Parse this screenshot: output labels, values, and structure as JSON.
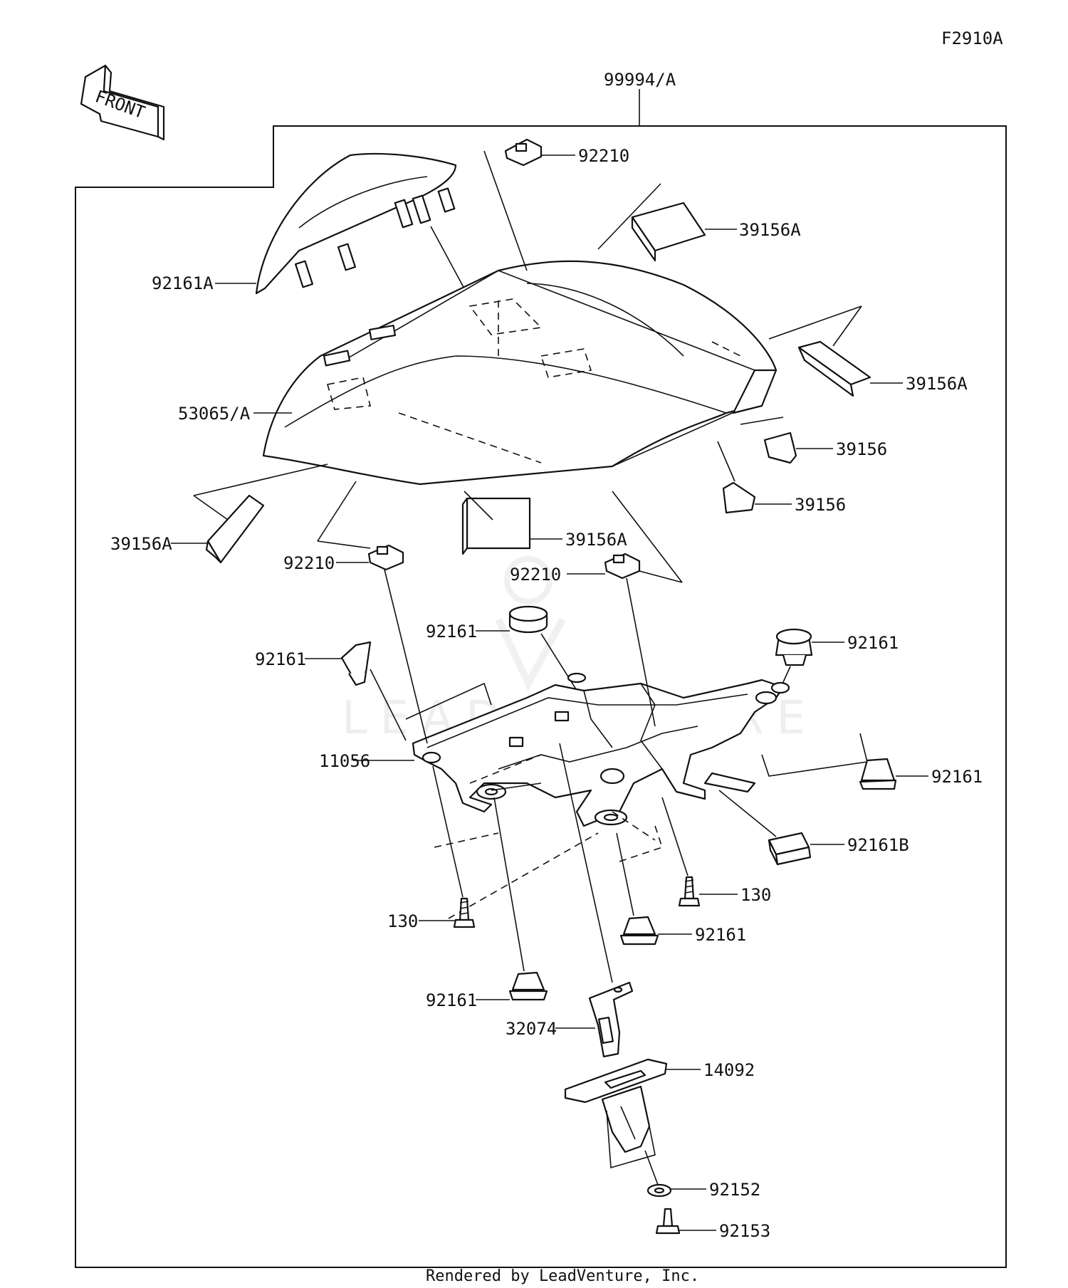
{
  "figure_code": "F2910A",
  "assembly_ref": "99994/A",
  "front_label": "FRONT",
  "watermark": "LEADVENTURE",
  "footer": "Rendered by LeadVenture, Inc.",
  "callouts": [
    {
      "id": "92210_top",
      "label": "92210"
    },
    {
      "id": "39156A_upper",
      "label": "39156A"
    },
    {
      "id": "92161A",
      "label": "92161A"
    },
    {
      "id": "39156A_right",
      "label": "39156A"
    },
    {
      "id": "53065A",
      "label": "53065/A"
    },
    {
      "id": "39156_a",
      "label": "39156"
    },
    {
      "id": "39156_b",
      "label": "39156"
    },
    {
      "id": "39156A_left",
      "label": "39156A"
    },
    {
      "id": "39156A_center",
      "label": "39156A"
    },
    {
      "id": "92210_left",
      "label": "92210"
    },
    {
      "id": "92210_center",
      "label": "92210"
    },
    {
      "id": "92161_center",
      "label": "92161"
    },
    {
      "id": "92161_upper_right",
      "label": "92161"
    },
    {
      "id": "92161_left",
      "label": "92161"
    },
    {
      "id": "11056",
      "label": "11056"
    },
    {
      "id": "92161_right",
      "label": "92161"
    },
    {
      "id": "92161B",
      "label": "92161B"
    },
    {
      "id": "130_right",
      "label": "130"
    },
    {
      "id": "130_left",
      "label": "130"
    },
    {
      "id": "92161_lower_center",
      "label": "92161"
    },
    {
      "id": "92161_lower_left",
      "label": "92161"
    },
    {
      "id": "32074",
      "label": "32074"
    },
    {
      "id": "14092",
      "label": "14092"
    },
    {
      "id": "92152",
      "label": "92152"
    },
    {
      "id": "92153",
      "label": "92153"
    }
  ]
}
